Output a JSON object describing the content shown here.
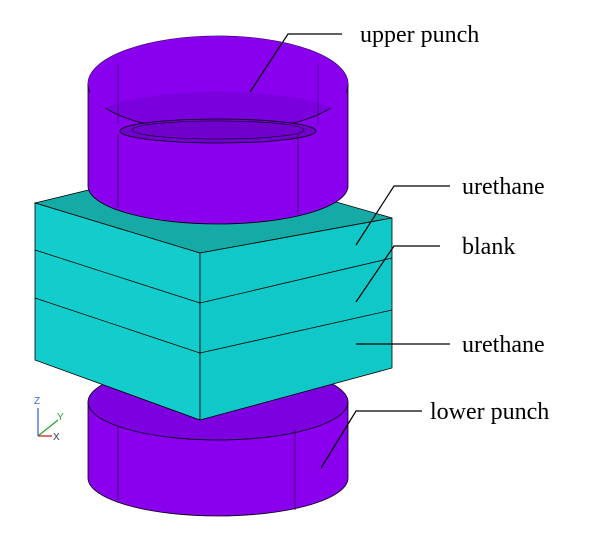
{
  "labels": {
    "upper_punch": "upper punch",
    "urethane_top": "urethane",
    "blank": "blank",
    "urethane_bottom": "urethane",
    "lower_punch": "lower punch"
  },
  "axis_triad": {
    "z": "Z",
    "y": "Y",
    "x": "X"
  },
  "colors": {
    "punch_side": "#8800ee",
    "punch_top": "#7a00dd",
    "slab_top": "#16aaa6",
    "slab_front": "#12cccb",
    "slab_side": "#10c6c6",
    "leader": "#000000"
  }
}
